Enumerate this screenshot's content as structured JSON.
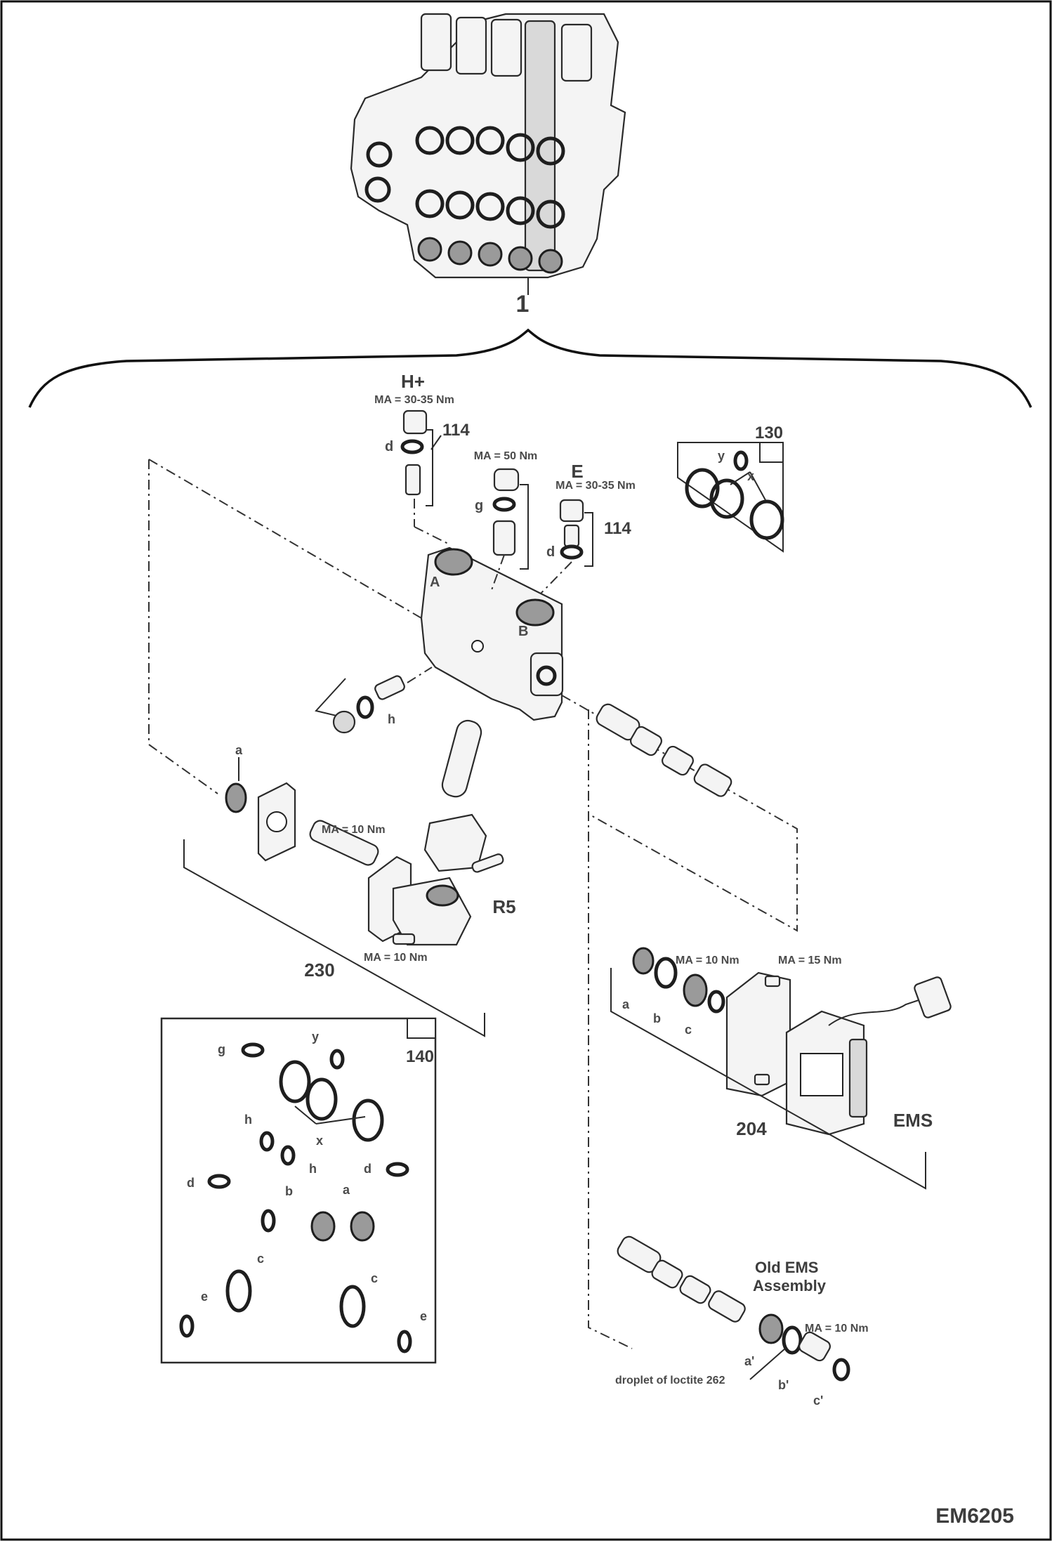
{
  "diagram": {
    "labels": {
      "item_1": "1",
      "h_plus": "H+",
      "torque_h_plus": "MA = 30-35 Nm",
      "item_114_top": "114",
      "torque_50": "MA = 50 Nm",
      "e_label": "E",
      "torque_e": "MA = 30-35 Nm",
      "item_114_right": "114",
      "item_130": "130",
      "port_a": "A",
      "port_b": "B",
      "item_230": "230",
      "torque_230_a": "MA = 10 Nm",
      "torque_230_b": "MA = 10 Nm",
      "r5": "R5",
      "item_140": "140",
      "item_204": "204",
      "ems": "EMS",
      "torque_ems_a": "MA = 10 Nm",
      "torque_ems_b": "MA = 15 Nm",
      "old_ems_line1": "Old EMS",
      "old_ems_line2": "Assembly",
      "torque_old": "MA = 10 Nm",
      "loctite": "droplet of loctite 262",
      "figure_id": "EM6205"
    },
    "letters": {
      "d": "d",
      "g": "g",
      "h": "h",
      "a": "a",
      "b": "b",
      "c": "c",
      "x": "x",
      "y": "y",
      "a_prime": "a'",
      "b_prime": "b'",
      "c_prime": "c'"
    }
  }
}
